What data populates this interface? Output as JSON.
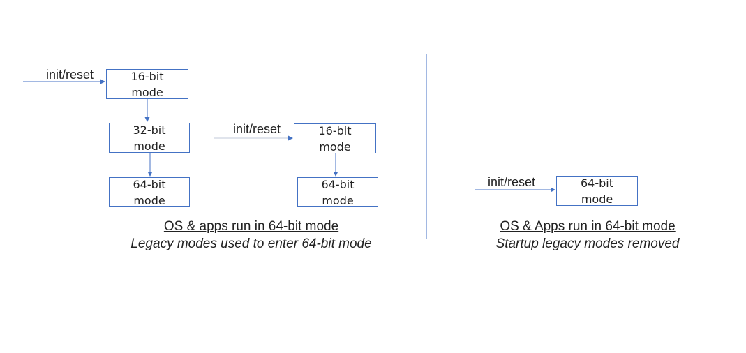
{
  "colors": {
    "box_border": "#4472c4",
    "arrow": "#4472c4",
    "divider": "#4472c4",
    "text": "#222222"
  },
  "left_panel": {
    "flow1": {
      "input_label": "init/reset",
      "box_16": "16-bit mode",
      "box_32": "32-bit mode",
      "box_64": "64-bit mode"
    },
    "flow2": {
      "input_label": "init/reset",
      "box_16": "16-bit mode",
      "box_64": "64-bit mode"
    },
    "caption_line1": "OS & apps run in 64-bit mode",
    "caption_line2": "Legacy modes used to enter 64-bit mode"
  },
  "right_panel": {
    "input_label": "init/reset",
    "box_64": "64-bit mode",
    "caption_line1": "OS & Apps run in 64-bit mode",
    "caption_line2": "Startup legacy modes removed"
  }
}
